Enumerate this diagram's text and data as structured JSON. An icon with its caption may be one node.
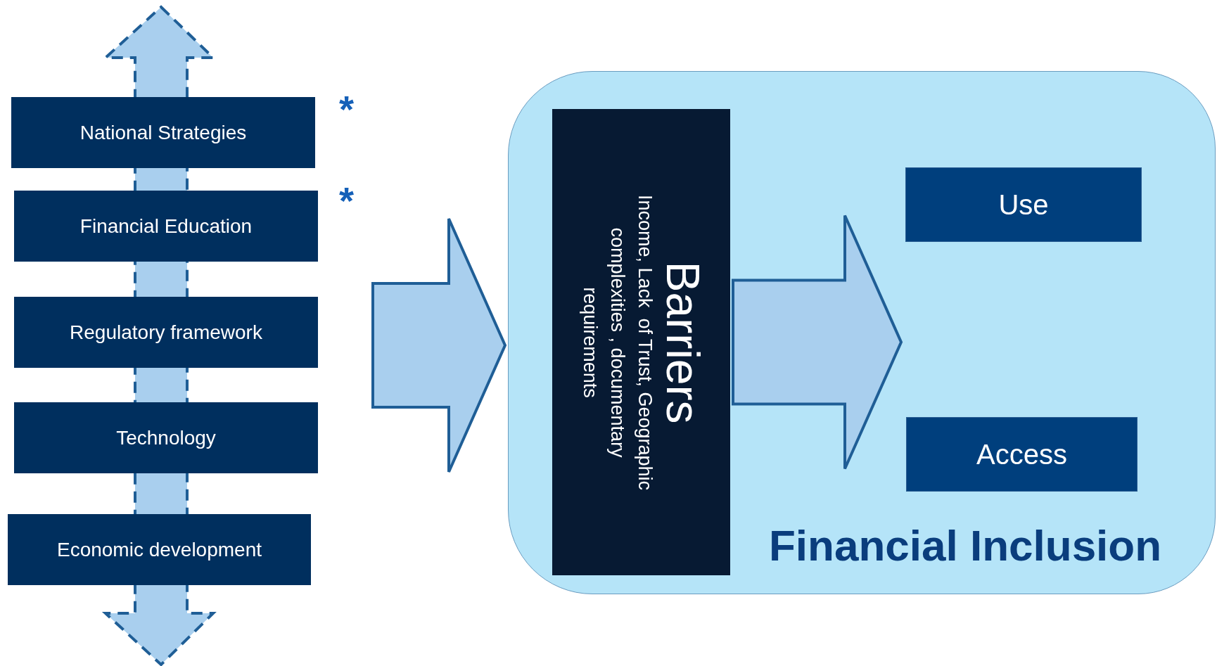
{
  "diagram": {
    "nodes": [
      {
        "text": [
          "National Strategies"
        ]
      },
      {
        "text": [
          "Financial Education"
        ]
      },
      {
        "text": [
          "Regulatory framework"
        ]
      },
      {
        "text": [
          "Technology"
        ]
      },
      {
        "text": [
          "Economic development"
        ]
      },
      {
        "text": [
          "Financial Inclusion"
        ]
      },
      {
        "text": [
          "Barriers",
          "Income, Lack  of Trust, Geographic complexities , documentary requirements"
        ],
        "in": 5
      },
      {
        "text": [
          "Use"
        ],
        "in": 5
      },
      {
        "text": [
          "Access"
        ],
        "in": 5
      }
    ],
    "edges": [
      {
        "from": null,
        "to": 5,
        "arrow": "to",
        "style": "thick"
      },
      {
        "from": 6,
        "to": 7,
        "arrow": "to",
        "style": "thick"
      },
      {
        "from": 6,
        "to": 8,
        "arrow": "to",
        "style": "thick"
      }
    ],
    "labels": [
      "*",
      "*"
    ]
  }
}
